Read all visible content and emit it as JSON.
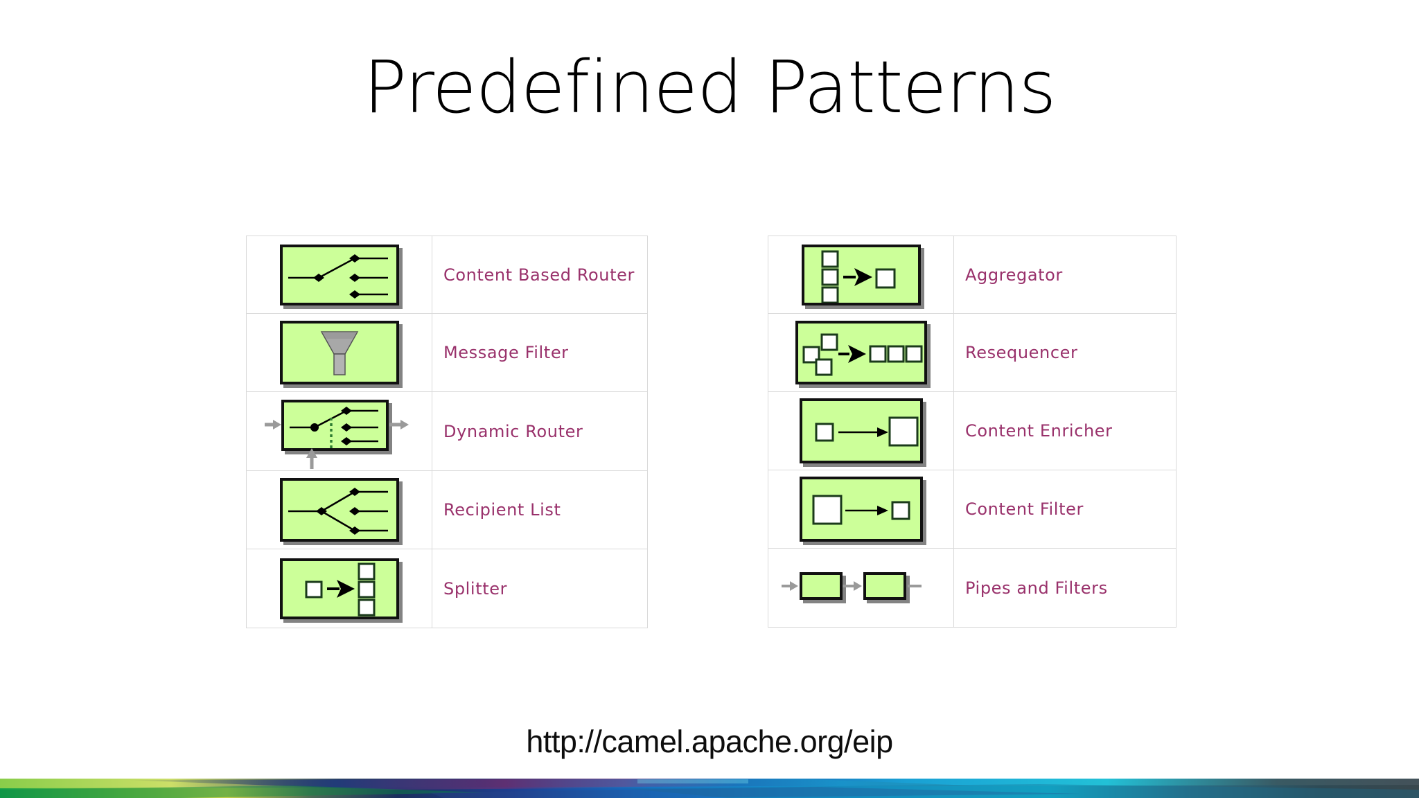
{
  "slide": {
    "title": "Predefined Patterns",
    "footer_url": "http://camel.apache.org/eip",
    "accent_label_color": "#99316b",
    "icon_fill_color": "#ccff99",
    "icon_border_color": "#111111",
    "title_color": "#000000"
  },
  "tables": {
    "left": {
      "rows": [
        {
          "label": "Content Based Router",
          "icon": "content-based-router-icon"
        },
        {
          "label": "Message Filter",
          "icon": "message-filter-icon"
        },
        {
          "label": "Dynamic Router",
          "icon": "dynamic-router-icon"
        },
        {
          "label": "Recipient List",
          "icon": "recipient-list-icon"
        },
        {
          "label": "Splitter",
          "icon": "splitter-icon"
        }
      ]
    },
    "right": {
      "rows": [
        {
          "label": "Aggregator",
          "icon": "aggregator-icon"
        },
        {
          "label": "Resequencer",
          "icon": "resequencer-icon"
        },
        {
          "label": "Content Enricher",
          "icon": "content-enricher-icon"
        },
        {
          "label": "Content Filter",
          "icon": "content-filter-icon"
        },
        {
          "label": "Pipes and Filters",
          "icon": "pipes-and-filters-icon"
        }
      ]
    }
  },
  "decoration": {
    "band_colors": [
      "#12a04a",
      "#9fc93c",
      "#1b2f5e",
      "#1f3f8f",
      "#1292d6",
      "#0fb9d9",
      "#2e4a55",
      "#39474d"
    ]
  }
}
